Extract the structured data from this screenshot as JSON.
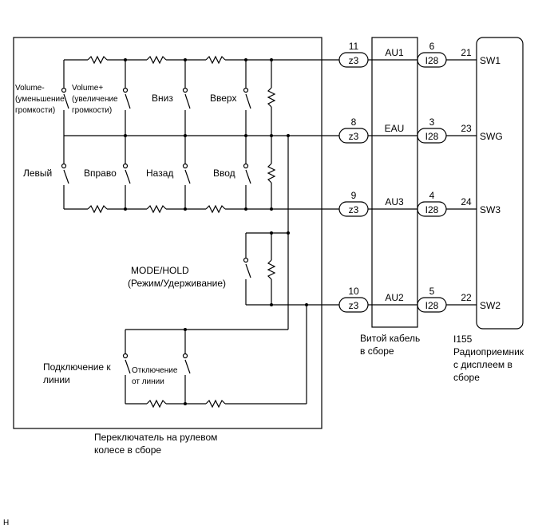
{
  "assembly_label": [
    "Переключатель на рулевом",
    "колесе в сборе"
  ],
  "spiral_cable_label": [
    "Витой кабель",
    "в сборе"
  ],
  "receiver": {
    "id": "I155",
    "label": [
      "Радиоприемник",
      "с дисплеем в",
      "сборе"
    ]
  },
  "switches": {
    "volume_minus": [
      "Volume-",
      "(уменьшение",
      "громкости)"
    ],
    "volume_plus": [
      "Volume+",
      "(увеличение",
      "громкости)"
    ],
    "down": "Вниз",
    "up": "Вверх",
    "left": "Левый",
    "right": "Вправо",
    "back": "Назад",
    "enter": "Ввод",
    "mode_hold": [
      "MODE/HOLD",
      "(Режим/Удерживание)"
    ],
    "on_hook": [
      "Подключение к",
      "линии"
    ],
    "off_hook": [
      "Отключение",
      "от линии"
    ]
  },
  "connections": [
    {
      "left_pin": "11",
      "left_conn": "z3",
      "signal": "AU1",
      "mid_pin": "6",
      "mid_conn": "I28",
      "right_pin": "21",
      "right_sig": "SW1"
    },
    {
      "left_pin": "8",
      "left_conn": "z3",
      "signal": "EAU",
      "mid_pin": "3",
      "mid_conn": "I28",
      "right_pin": "23",
      "right_sig": "SWG"
    },
    {
      "left_pin": "9",
      "left_conn": "z3",
      "signal": "AU3",
      "mid_pin": "4",
      "mid_conn": "I28",
      "right_pin": "24",
      "right_sig": "SW3"
    },
    {
      "left_pin": "10",
      "left_conn": "z3",
      "signal": "AU2",
      "mid_pin": "5",
      "mid_conn": "I28",
      "right_pin": "22",
      "right_sig": "SW2"
    }
  ],
  "footer_mark": "H"
}
